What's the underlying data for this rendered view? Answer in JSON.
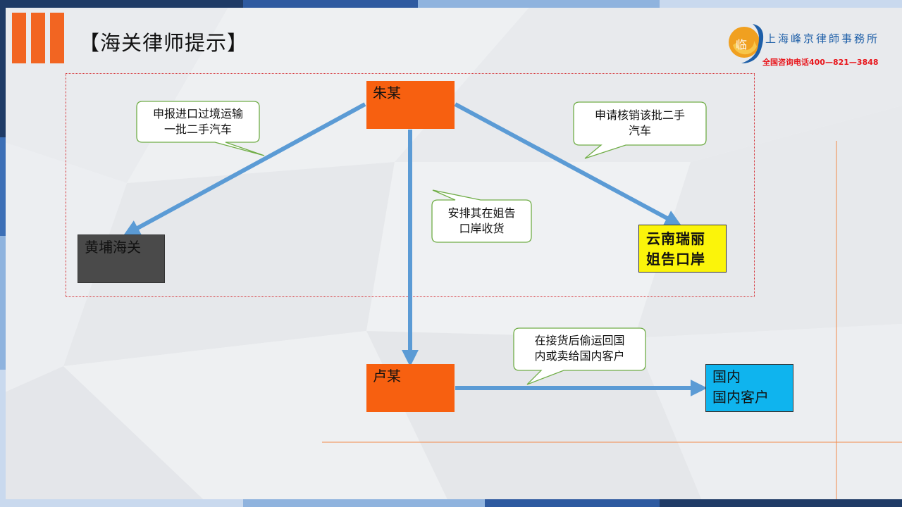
{
  "slide": {
    "title": "【海关律师提示】"
  },
  "logo": {
    "name": "上海峰京律師事務所",
    "hotline": "全国咨询电话400—821—3848",
    "mark_char": "临"
  },
  "nodes": {
    "zhu": "朱某",
    "huangpu": "黄埔海关",
    "yunnan_line1": "云南瑞丽",
    "yunnan_line2": "姐告口岸",
    "lu": "卢某",
    "guonei_line1": "国内",
    "guonei_line2": "国内客户"
  },
  "callouts": {
    "declare_line1": "申报进口过境运输",
    "declare_line2": "一批二手汽车",
    "writeoff_line1": "申请核销该批二手",
    "writeoff_line2": "汽车",
    "arrange_line1": "安排其在姐告",
    "arrange_line2": "口岸收货",
    "smuggle_line1": "在接货后偷运回国",
    "smuggle_line2": "内或卖给国内客户"
  },
  "colors": {
    "accent_orange": "#f76010",
    "arrow_blue": "#5b9bd5",
    "frame_red": "#d4282d",
    "yellow_node": "#fbf40a",
    "cyan_node": "#0fb4ee",
    "gray_node": "#4a4a4a",
    "callout_border": "#70ad47"
  }
}
